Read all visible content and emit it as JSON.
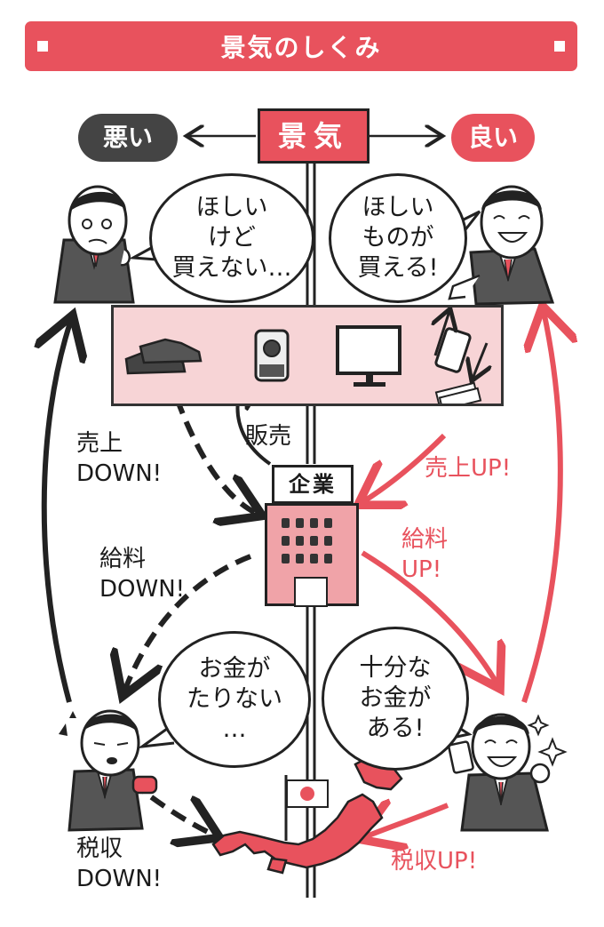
{
  "header": {
    "title": "景気のしくみ"
  },
  "axis": {
    "center_label": "景気",
    "bad_label": "悪い",
    "good_label": "良い"
  },
  "bubbles": {
    "top_left": "ほしい\nけど\n買えない…",
    "top_right": "ほしい\nものが\n買える!",
    "bottom_left": "お金が\nたりない\n…",
    "bottom_right": "十分な\nお金が\nある!"
  },
  "flows": {
    "sales_down": "売上\nDOWN!",
    "sales": "販売",
    "sales_up": "売上UP!",
    "salary_down": "給料\nDOWN!",
    "salary_up": "給料\nUP!",
    "tax_down": "税収\nDOWN!",
    "tax_up": "税収UP!"
  },
  "company": {
    "sign": "企業"
  },
  "products": [
    "shoes-icon",
    "camera-icon",
    "monitor-icon",
    "smartphone-icon",
    "money-icon"
  ],
  "colors": {
    "accent": "#e8525d",
    "dark": "#222222",
    "band": "#f7d4d6"
  }
}
